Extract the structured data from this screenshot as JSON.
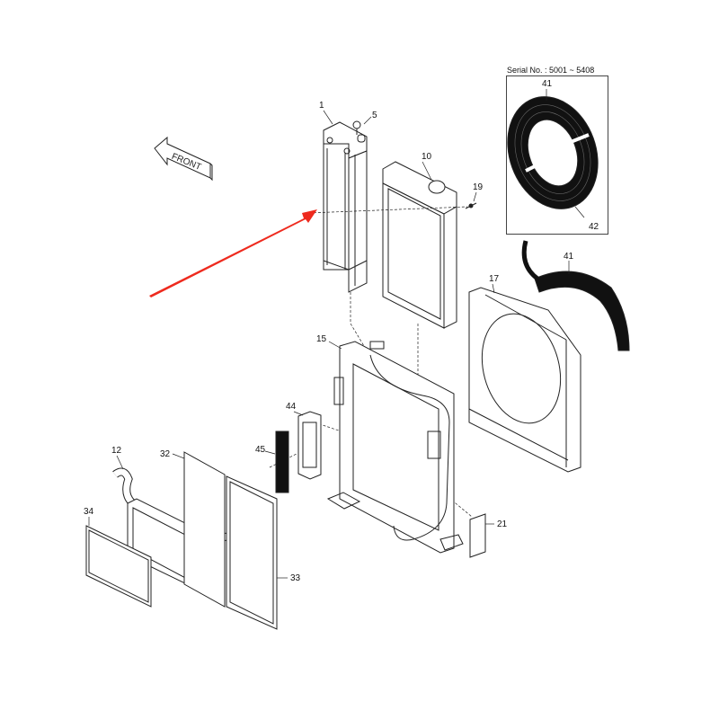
{
  "diagram": {
    "type": "exploded-parts-diagram",
    "subject": "Radiator / cooling assembly",
    "orientation_marker": {
      "label": "FRONT",
      "icon": "front-arrow-icon"
    },
    "highlight_arrow": {
      "color": "#ee2a1e",
      "points_to": "1"
    },
    "inset": {
      "serial_label": "Serial No. : 5001 ~ 5408",
      "parts": [
        "41",
        "42"
      ]
    },
    "callouts": [
      {
        "id": "1",
        "part": "radiator"
      },
      {
        "id": "5",
        "part": "radiator cap"
      },
      {
        "id": "10",
        "part": "oil cooler"
      },
      {
        "id": "19",
        "part": "fitting"
      },
      {
        "id": "41",
        "part": "fan guard (inset)"
      },
      {
        "id": "42",
        "part": "fan guard lower (inset)"
      },
      {
        "id": "41b",
        "label": "41",
        "part": "fan guard"
      },
      {
        "id": "17",
        "part": "fan shroud"
      },
      {
        "id": "15",
        "part": "support frame"
      },
      {
        "id": "44",
        "part": "bracket"
      },
      {
        "id": "45",
        "part": "fuel cooler"
      },
      {
        "id": "12",
        "part": "hose"
      },
      {
        "id": "32",
        "part": "screen"
      },
      {
        "id": "34",
        "part": "net"
      },
      {
        "id": "33",
        "part": "screen"
      },
      {
        "id": "21",
        "part": "cover plate"
      }
    ]
  },
  "labels": {
    "l1": "1",
    "l5": "5",
    "l10": "10",
    "l19": "19",
    "l41a": "41",
    "l42": "42",
    "l41b": "41",
    "l17": "17",
    "l15": "15",
    "l44": "44",
    "l45": "45",
    "l12": "12",
    "l32": "32",
    "l34": "34",
    "l33": "33",
    "l21": "21",
    "serial": "Serial No. : 5001 ~ 5408",
    "front": "FRONT"
  },
  "colors": {
    "line": "#222222",
    "accent_arrow": "#ee2a1e",
    "background": "#ffffff"
  }
}
